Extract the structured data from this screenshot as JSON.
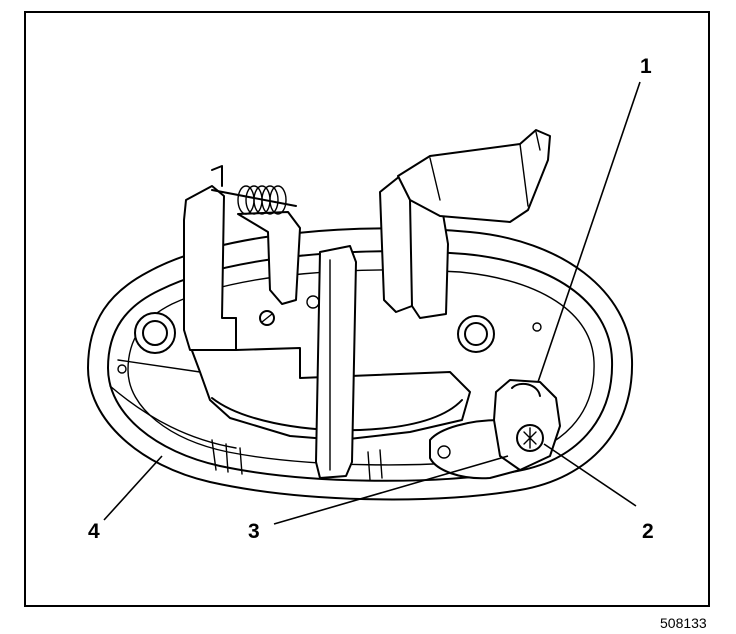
{
  "diagram": {
    "callouts": [
      {
        "id": "1",
        "label": "1"
      },
      {
        "id": "2",
        "label": "2"
      },
      {
        "id": "3",
        "label": "3"
      },
      {
        "id": "4",
        "label": "4"
      }
    ],
    "figure_code": "508133"
  }
}
